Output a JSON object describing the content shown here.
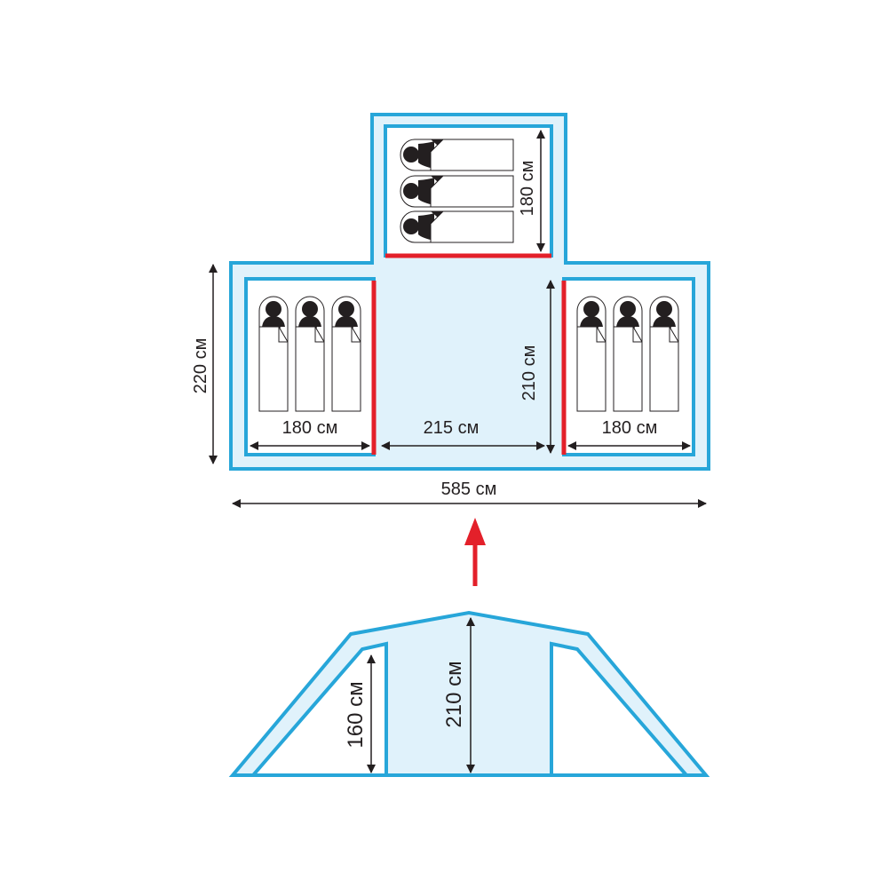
{
  "colors": {
    "wall": "#27a6d9",
    "fill": "#e0f2fb",
    "door": "#e3202a",
    "ink": "#231f20"
  },
  "floor_plan": {
    "total_width": "585 см",
    "total_depth": "220 см",
    "left_bedroom_width": "180 см",
    "vestibule_width": "215 см",
    "vestibule_depth": "210 см",
    "right_bedroom_width": "180 см",
    "top_bedroom_width": "180 см",
    "sleeping_bags_per_room": 3
  },
  "elevation": {
    "side_height": "160 см",
    "center_height": "210 см"
  }
}
